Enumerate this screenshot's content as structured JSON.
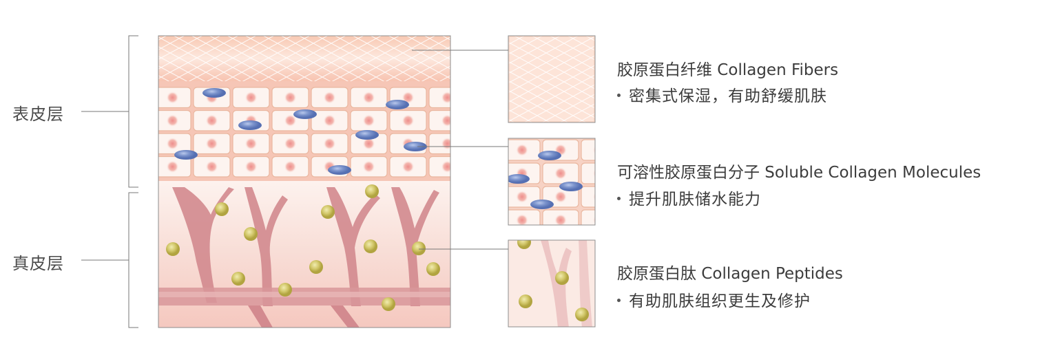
{
  "layers": {
    "epidermis": "表皮层",
    "dermis": "真皮层"
  },
  "callouts": [
    {
      "title": "胶原蛋白纤维 Collagen Fibers",
      "bullet": "密集式保湿，有助舒缓肌肤"
    },
    {
      "title": "可溶性胶原蛋白分子 Soluble Collagen Molecules",
      "bullet": "提升肌肤储水能力"
    },
    {
      "title": "胶原蛋白肽 Collagen Peptides",
      "bullet": "有助肌肤组织更生及修护"
    }
  ],
  "colors": {
    "fiber_bg": "#fbe3d9",
    "cell_border": "#eab79f",
    "nucleus": "#ef9a95",
    "molecule": "#6f88c4",
    "dermis_bg": "#f9ddd6",
    "vessel": "#d98a8f",
    "peptide": "#cbc15a",
    "line": "#666666"
  }
}
